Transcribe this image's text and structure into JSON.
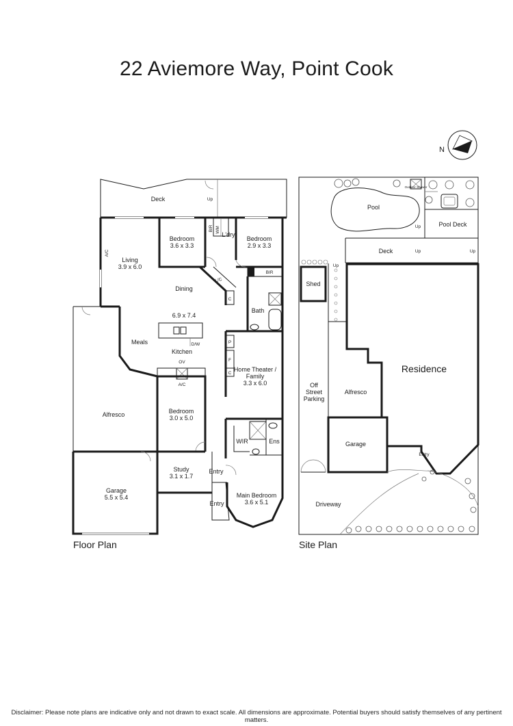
{
  "title": "22 Aviemore Way, Point Cook",
  "compass": {
    "label": "N"
  },
  "floor_plan": {
    "caption": "Floor Plan",
    "rooms": {
      "deck": "Deck",
      "up1": "Up",
      "bedroom2_name": "Bedroom",
      "bedroom2_dim": "3.6 x 3.3",
      "bir1": "BIR",
      "wm": "WM",
      "laundry": "L'dry",
      "bedroom3_name": "Bedroom",
      "bedroom3_dim": "2.9 x 3.3",
      "ac1": "A/C",
      "living_name": "Living",
      "living_dim": "3.9 x 6.0",
      "lc": "L/C",
      "bir2": "BIR",
      "dining": "Dining",
      "c1": "C",
      "bath": "Bath",
      "dining_dim": "6.9 x 7.4",
      "meals": "Meals",
      "dw": "D/W",
      "kitchen": "Kitchen",
      "p": "P",
      "f": "F",
      "c2": "C",
      "ov": "OV",
      "ac2": "A/C",
      "theater_name1": "Home Theater /",
      "theater_name2": "Family",
      "theater_dim": "3.3 x 6.0",
      "alfresco": "Alfresco",
      "bedroom4_name": "Bedroom",
      "bedroom4_dim": "3.0 x 5.0",
      "wir": "WIR",
      "ens": "Ens",
      "garage_name": "Garage",
      "garage_dim": "5.5 x 5.4",
      "study_name": "Study",
      "study_dim": "3.1 x 1.7",
      "entry1": "Entry",
      "entry2": "Entry",
      "main_bed_name": "Main Bedroom",
      "main_bed_dim": "3.6 x 5.1"
    }
  },
  "site_plan": {
    "caption": "Site Plan",
    "labels": {
      "outdoor_shower": "Outdoor Shower",
      "pool": "Pool",
      "pool_deck": "Pool Deck",
      "up_a": "Up",
      "up_b": "Up",
      "up_c": "Up",
      "up_d": "Up",
      "deck": "Deck",
      "shed": "Shed",
      "residence": "Residence",
      "off_street1": "Off",
      "off_street2": "Street",
      "off_street3": "Parking",
      "alfresco": "Alfresco",
      "garage": "Garage",
      "entry": "Entry",
      "driveway": "Driveway"
    }
  },
  "disclaimer": "Disclaimer: Please note plans are indicative only and not drawn to exact scale. All dimensions are approximate. Potential buyers should satisfy themselves of any pertinent matters."
}
